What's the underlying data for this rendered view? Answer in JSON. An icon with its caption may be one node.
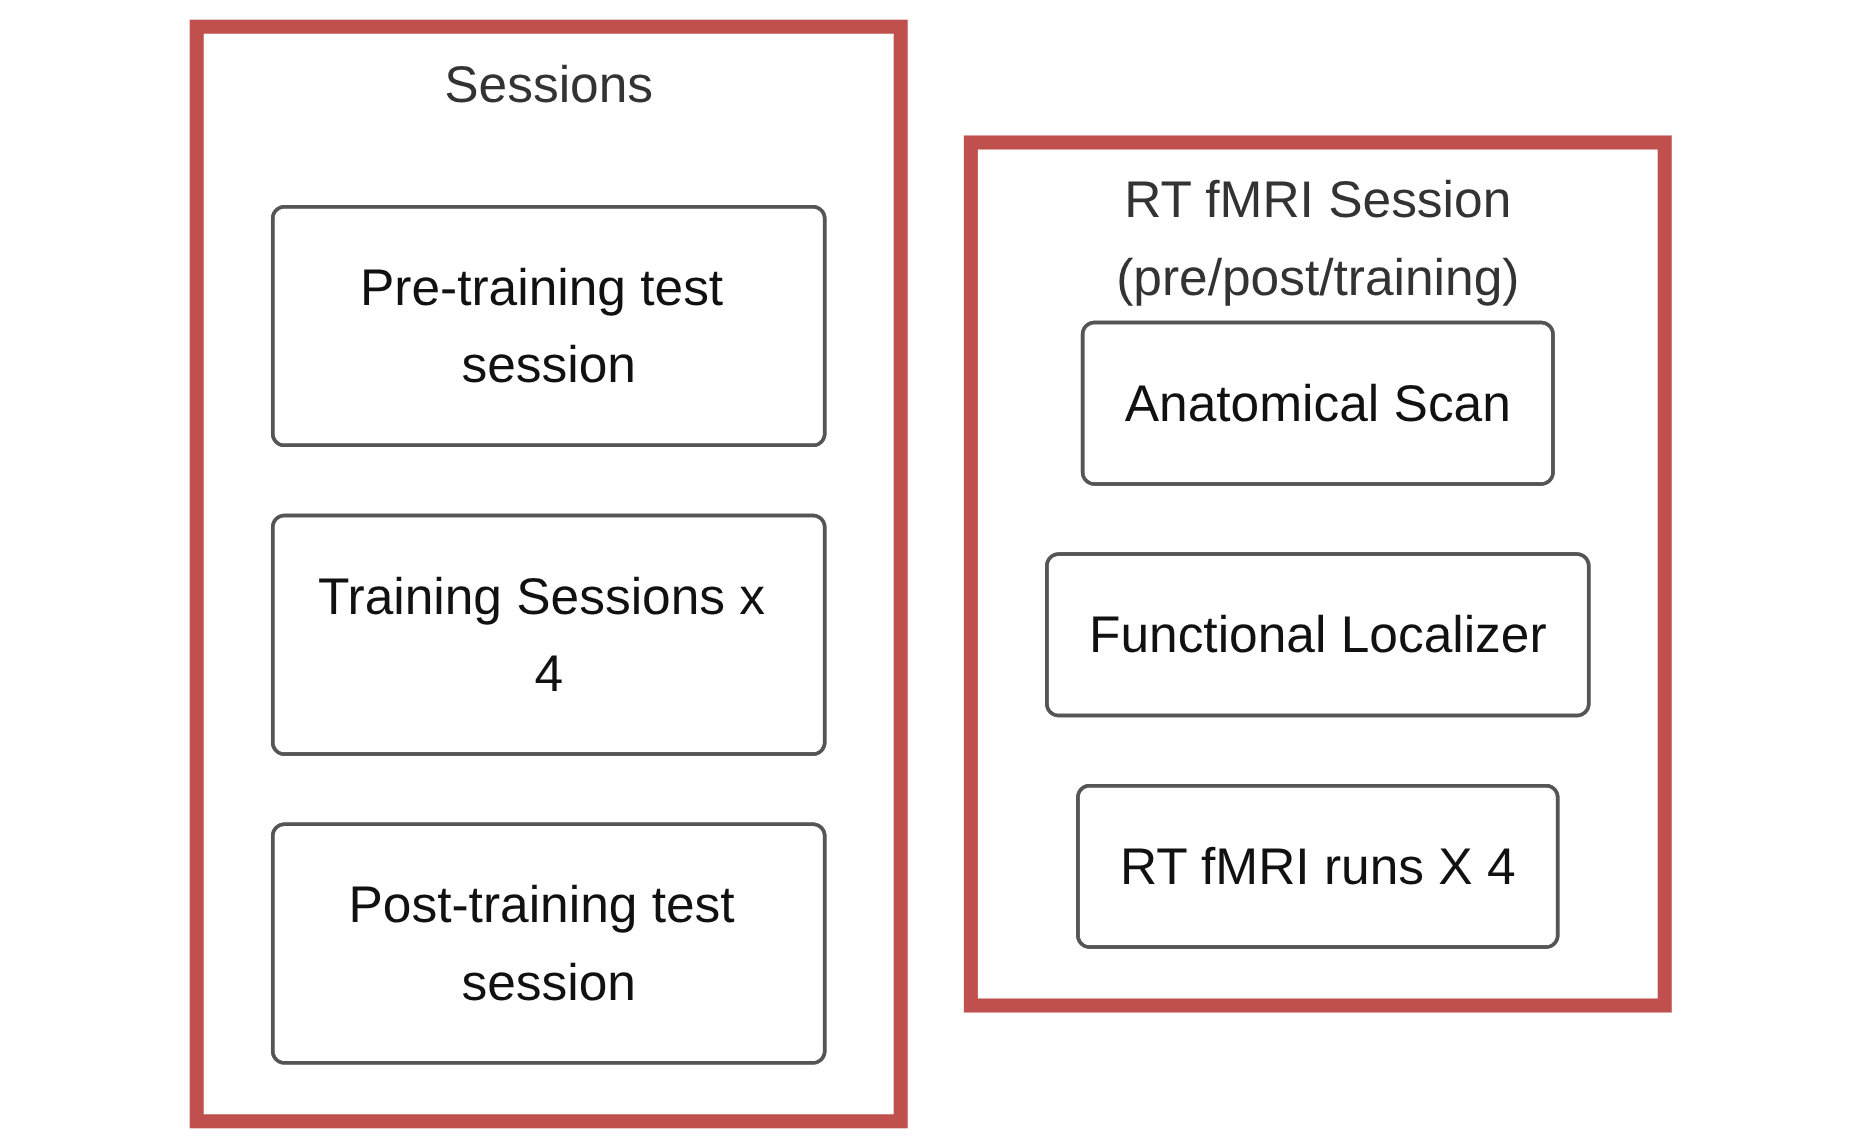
{
  "diagram": {
    "nodes": [
      {
        "text": [
          "Sessions"
        ]
      },
      {
        "text": [
          "Pre-training test session"
        ],
        "in": 0
      },
      {
        "text": [
          "Training Sessions x 4"
        ],
        "in": 0
      },
      {
        "text": [
          "Post-training test session"
        ],
        "in": 0
      },
      {
        "text": [
          "RT fMRI Session",
          "(pre/post/training)"
        ]
      },
      {
        "text": [
          "Anatomical Scan"
        ],
        "in": 4
      },
      {
        "text": [
          "Functional Localizer"
        ],
        "in": 4
      },
      {
        "text": [
          "RT fMRI runs X 4"
        ],
        "in": 4
      }
    ],
    "edges": []
  }
}
